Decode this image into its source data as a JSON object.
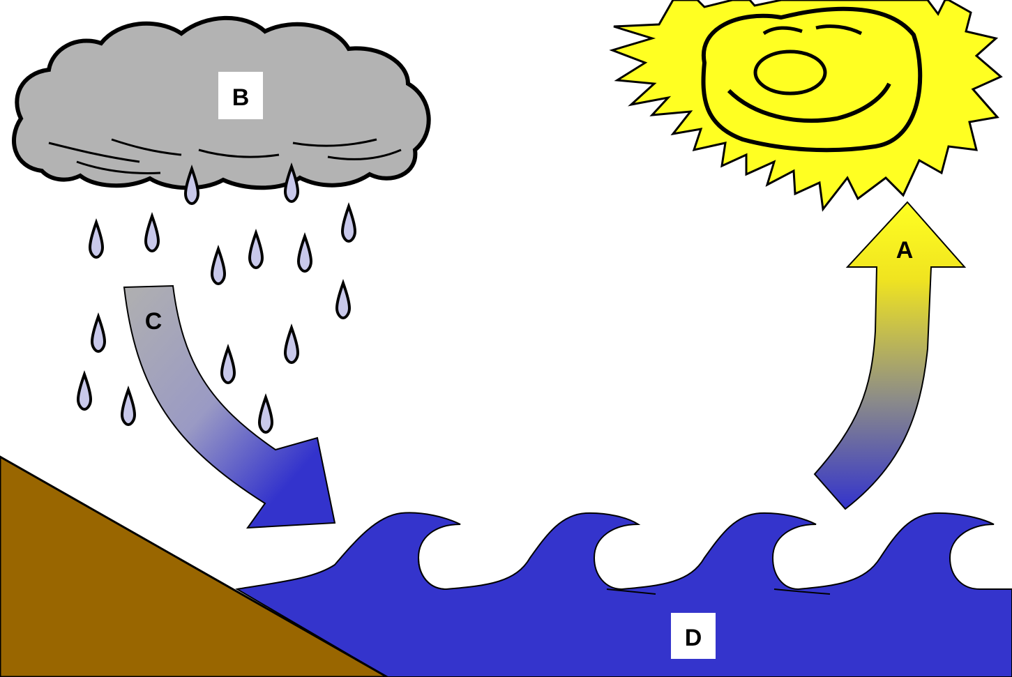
{
  "labels": {
    "evaporation": "A",
    "cloud": "B",
    "precipitation": "C",
    "ocean": "D"
  },
  "colors": {
    "sun_fill": "#ffff22",
    "cloud_fill": "#b3b3b3",
    "raindrop_fill": "#c8c8ea",
    "ocean_fill": "#3434cc",
    "land_fill": "#996600",
    "arrow_top_yellow": "#f2e620",
    "arrow_blue": "#3333cc",
    "arrow_grey": "#aaaaaa",
    "outline": "#000000"
  },
  "icons": {
    "sun": "smiling-sun-icon",
    "cloud": "rain-cloud-icon",
    "raindrop": "raindrop-icon"
  }
}
